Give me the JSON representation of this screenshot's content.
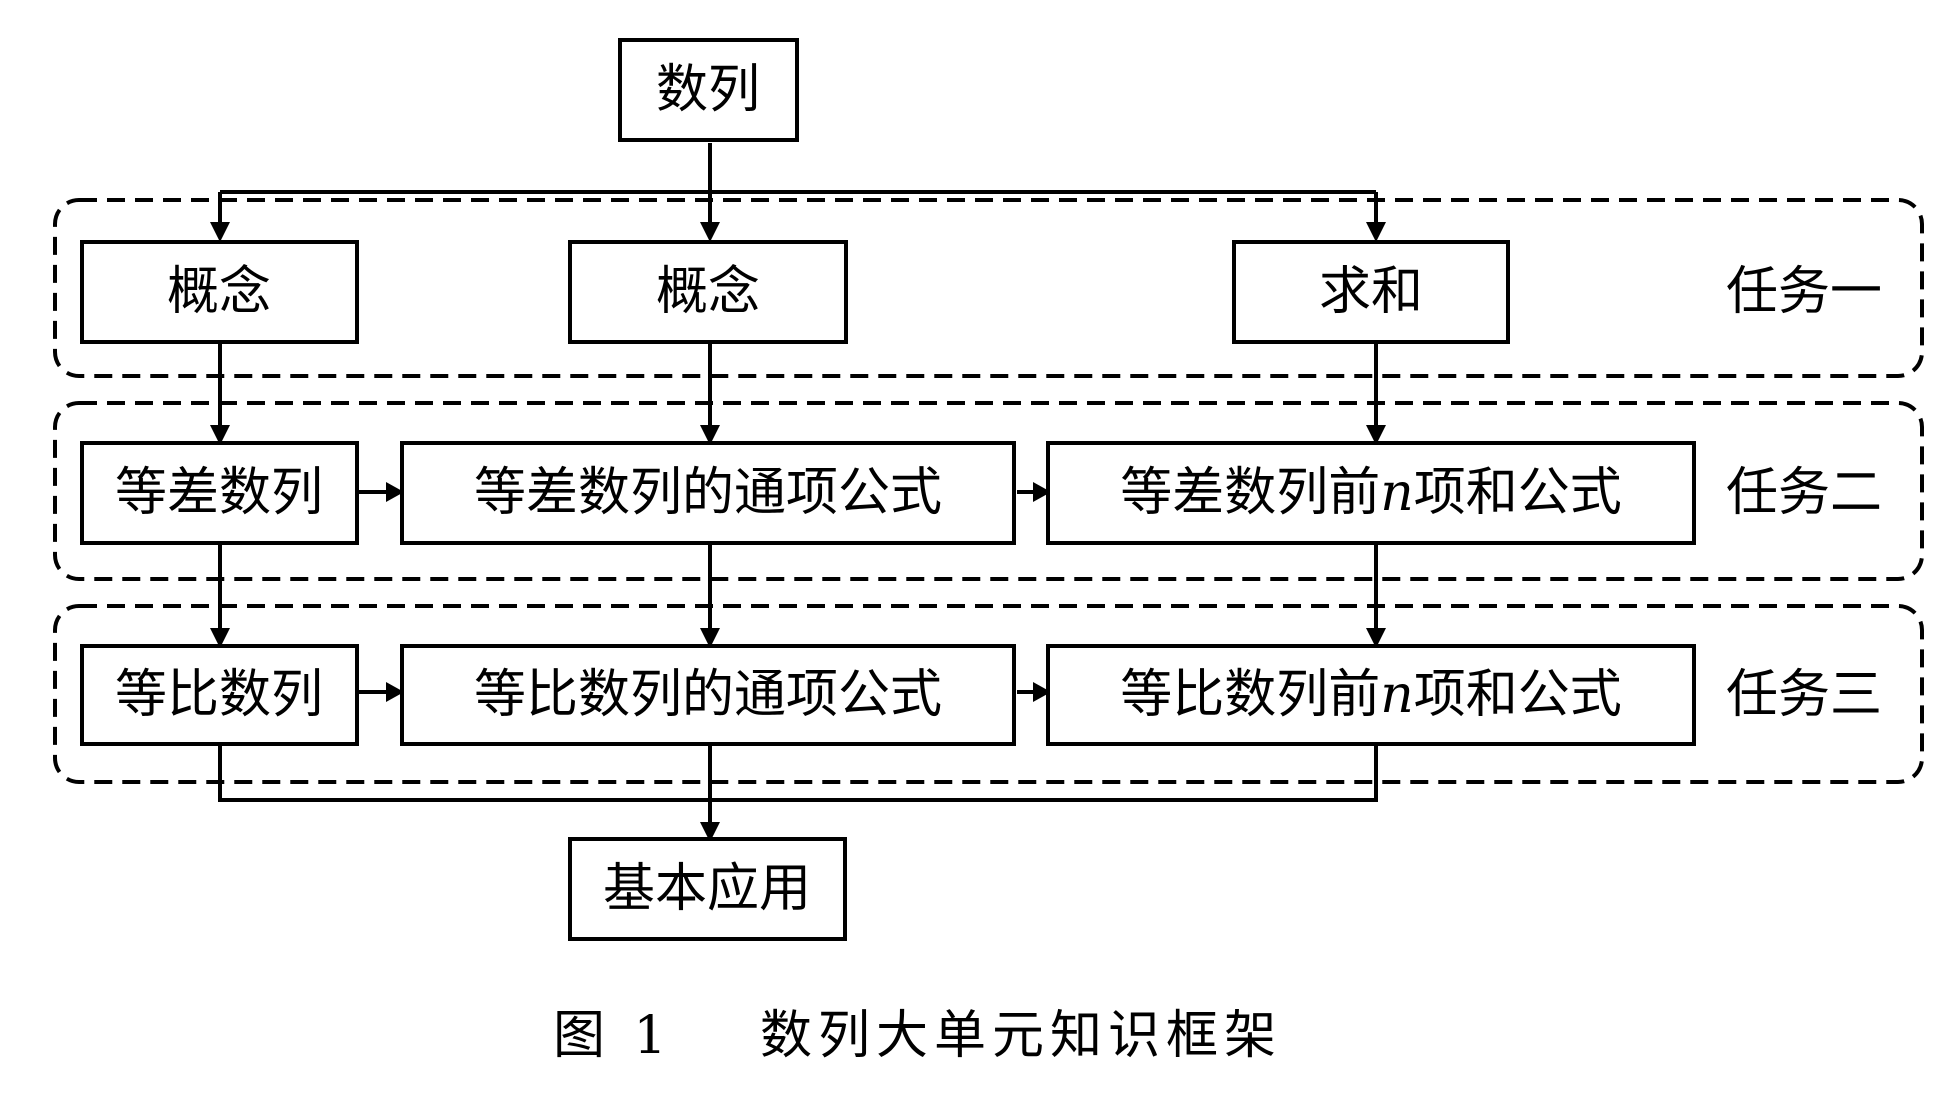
{
  "nodes": {
    "root": "数列",
    "concept1": "概念",
    "concept2": "概念",
    "sum": "求和",
    "ap": "等差数列",
    "ap_general": "等差数列的通项公式",
    "ap_sum": {
      "prefix": "等差数列前",
      "var": "n",
      "suffix": "项和公式"
    },
    "gp": "等比数列",
    "gp_general": "等比数列的通项公式",
    "gp_sum": {
      "prefix": "等比数列前",
      "var": "n",
      "suffix": "项和公式"
    },
    "application": "基本应用"
  },
  "groups": {
    "task1": "任务一",
    "task2": "任务二",
    "task3": "任务三"
  },
  "caption": {
    "number": "图 1",
    "title": "数列大单元知识框架"
  }
}
